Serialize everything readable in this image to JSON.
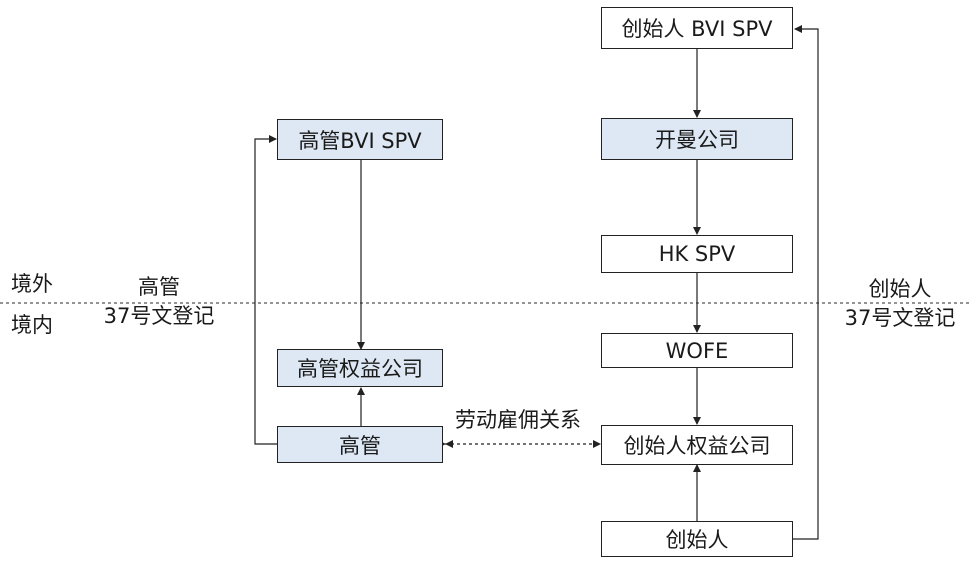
{
  "regions": {
    "offshore": "境外",
    "onshore": "境内"
  },
  "exec_registration": {
    "line1": "高管",
    "line2": "37号文登记"
  },
  "founder_registration": {
    "line1": "创始人",
    "line2": "37号文登记"
  },
  "boxes": {
    "exec_bvi_spv": "高管BVI SPV",
    "exec_equity_company": "高管权益公司",
    "executive": "高管",
    "founder_bvi_spv": "创始人 BVI SPV",
    "cayman_company": "开曼公司",
    "hk_spv": "HK SPV",
    "wofe": "WOFE",
    "founder_equity_company": "创始人权益公司",
    "founder": "创始人"
  },
  "relations": {
    "labor_employment": "劳动雇佣关系"
  },
  "colors": {
    "highlight_fill": "#dde8f4",
    "line": "#222222"
  }
}
